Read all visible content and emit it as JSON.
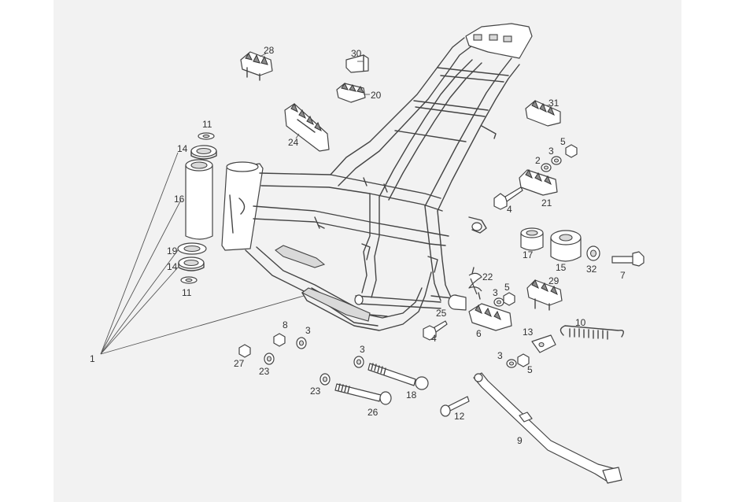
{
  "figure": {
    "background": "#f2f2f2",
    "line_color": "#444444"
  },
  "callouts": [
    {
      "id": "c1",
      "text": "1"
    },
    {
      "id": "c2",
      "text": "2"
    },
    {
      "id": "c3a",
      "text": "3"
    },
    {
      "id": "c3b",
      "text": "3"
    },
    {
      "id": "c3c",
      "text": "3"
    },
    {
      "id": "c3d",
      "text": "3"
    },
    {
      "id": "c3e",
      "text": "3"
    },
    {
      "id": "c4a",
      "text": "4"
    },
    {
      "id": "c4b",
      "text": "4"
    },
    {
      "id": "c5a",
      "text": "5"
    },
    {
      "id": "c5b",
      "text": "5"
    },
    {
      "id": "c5c",
      "text": "5"
    },
    {
      "id": "c6",
      "text": "6"
    },
    {
      "id": "c7",
      "text": "7"
    },
    {
      "id": "c8",
      "text": "8"
    },
    {
      "id": "c9",
      "text": "9"
    },
    {
      "id": "c10",
      "text": "10"
    },
    {
      "id": "c11a",
      "text": "11"
    },
    {
      "id": "c11b",
      "text": "11"
    },
    {
      "id": "c12",
      "text": "12"
    },
    {
      "id": "c13",
      "text": "13"
    },
    {
      "id": "c14a",
      "text": "14"
    },
    {
      "id": "c14b",
      "text": "14"
    },
    {
      "id": "c15",
      "text": "15"
    },
    {
      "id": "c16",
      "text": "16"
    },
    {
      "id": "c17",
      "text": "17"
    },
    {
      "id": "c18",
      "text": "18"
    },
    {
      "id": "c19",
      "text": "19"
    },
    {
      "id": "c20",
      "text": "20"
    },
    {
      "id": "c21",
      "text": "21"
    },
    {
      "id": "c22",
      "text": "22"
    },
    {
      "id": "c23a",
      "text": "23"
    },
    {
      "id": "c23b",
      "text": "23"
    },
    {
      "id": "c24",
      "text": "24"
    },
    {
      "id": "c25",
      "text": "25"
    },
    {
      "id": "c26",
      "text": "26"
    },
    {
      "id": "c27",
      "text": "27"
    },
    {
      "id": "c28",
      "text": "28"
    },
    {
      "id": "c29",
      "text": "29"
    },
    {
      "id": "c30",
      "text": "30"
    },
    {
      "id": "c31",
      "text": "31"
    },
    {
      "id": "c32",
      "text": "32"
    }
  ]
}
